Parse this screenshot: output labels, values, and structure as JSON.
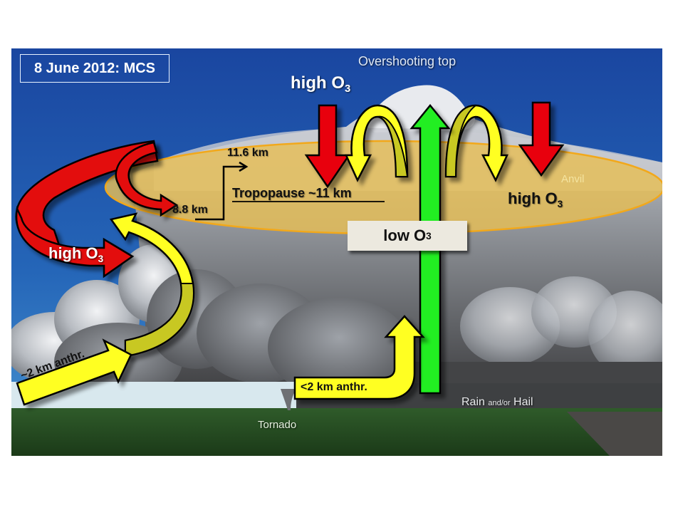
{
  "title": "8 June 2012: MCS",
  "labels": {
    "overshooting_top": "Overshooting top",
    "anvil": "Anvil",
    "tropopause": "Tropopause ~11 km",
    "km_11_6": "11.6 km",
    "km_8_8": "8.8 km",
    "high_o3_top": "high O",
    "high_o3_right": "high O",
    "high_o3_left": "high O",
    "low_o3": "low O",
    "subscript_3": "3",
    "anthr_2km_left": "~2 km anthr.",
    "anthr_2km_center": "<2 km anthr.",
    "rain": "Rain",
    "and_or": "and/or",
    "hail": "Hail",
    "tornado": "Tornado"
  },
  "colors": {
    "sky_top": "#1a4aa0",
    "sky_bottom": "#3a85c8",
    "anvil_fill": "#e6be55",
    "anvil_outline": "#f2a81a",
    "high_o3_arrow": "#e8000b",
    "low_o3_arrow": "#22ee22",
    "anthro_arrow": "#ffff22",
    "anthro_arrow_shade": "#c8c820",
    "grass": "#2d5a26",
    "storm_cloud": "#6a6a6a"
  }
}
